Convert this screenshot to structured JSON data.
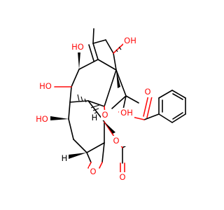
{
  "molecule": {
    "atom_labels": {
      "oh_c10": "HO",
      "oh_c13": "OH",
      "oh_c9": "HO",
      "oh_c7": "HO",
      "oh_c1": "OH",
      "o_ester_a": "O",
      "o_ester_b": "O",
      "o_acetate_a": "O",
      "o_acetate_b": "O",
      "o_oxetane": "O",
      "h_c3": "H",
      "h_c5": "H"
    },
    "colors": {
      "bond": "#000000",
      "heteroatom_oxygen": "#ff0d0d"
    }
  }
}
